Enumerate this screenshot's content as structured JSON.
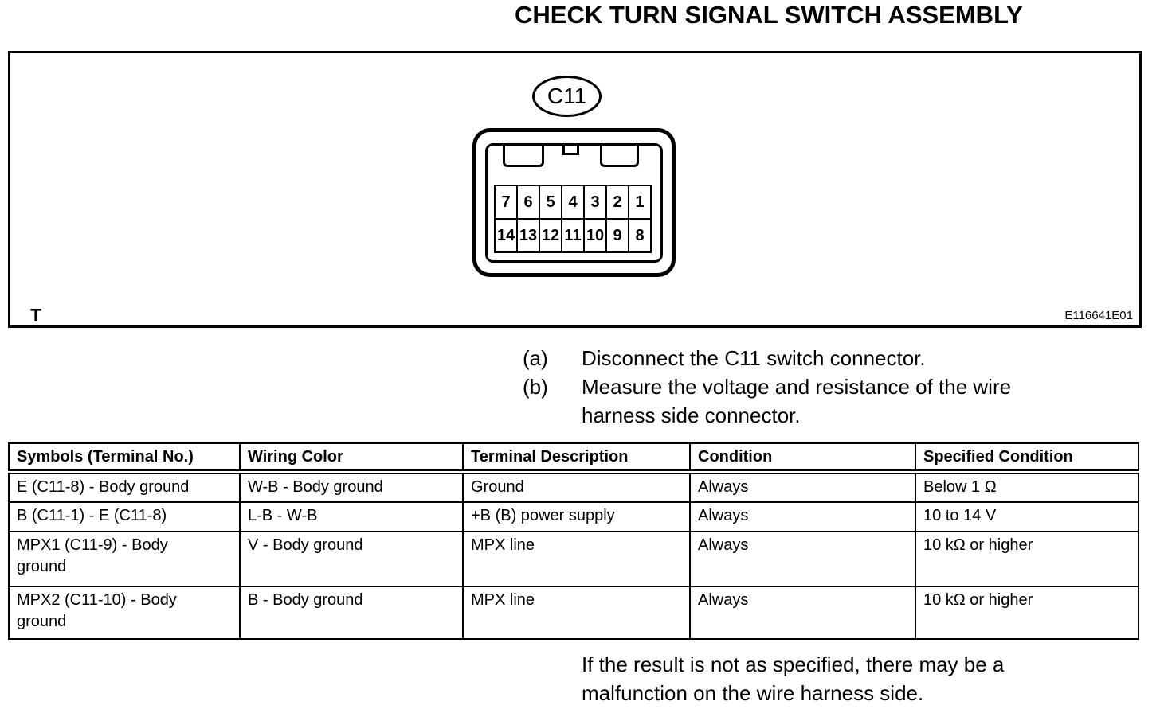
{
  "page": {
    "title": "CHECK TURN SIGNAL SWITCH ASSEMBLY"
  },
  "figure": {
    "connector_label": "C11",
    "pin_rows": [
      [
        "7",
        "6",
        "5",
        "4",
        "3",
        "2",
        "1"
      ],
      [
        "14",
        "13",
        "12",
        "11",
        "10",
        "9",
        "8"
      ]
    ],
    "corner_label": "T",
    "figure_id": "E116641E01"
  },
  "steps": [
    {
      "marker": "(a)",
      "text": "Disconnect the C11 switch connector."
    },
    {
      "marker": "(b)",
      "text": "Measure the voltage and resistance of the wire\nharness side connector."
    }
  ],
  "table": {
    "headers": [
      "Symbols (Terminal No.)",
      "Wiring Color",
      "Terminal Description",
      "Condition",
      "Specified Condition"
    ],
    "rows": [
      [
        "E (C11-8) - Body ground",
        "W-B - Body ground",
        "Ground",
        "Always",
        "Below 1 Ω"
      ],
      [
        "B (C11-1) - E (C11-8)",
        "L-B - W-B",
        "+B (B) power supply",
        "Always",
        "10 to 14 V"
      ],
      [
        "MPX1 (C11-9) - Body\nground",
        "V - Body ground",
        "MPX line",
        "Always",
        "10 kΩ or higher"
      ],
      [
        "MPX2 (C11-10) - Body\nground",
        "B - Body ground",
        "MPX line",
        "Always",
        "10 kΩ or higher"
      ]
    ]
  },
  "note": "If the result is not as specified, there may be a\nmalfunction on the wire harness side.",
  "colors": {
    "ink": "#000000",
    "paper": "#ffffff"
  }
}
